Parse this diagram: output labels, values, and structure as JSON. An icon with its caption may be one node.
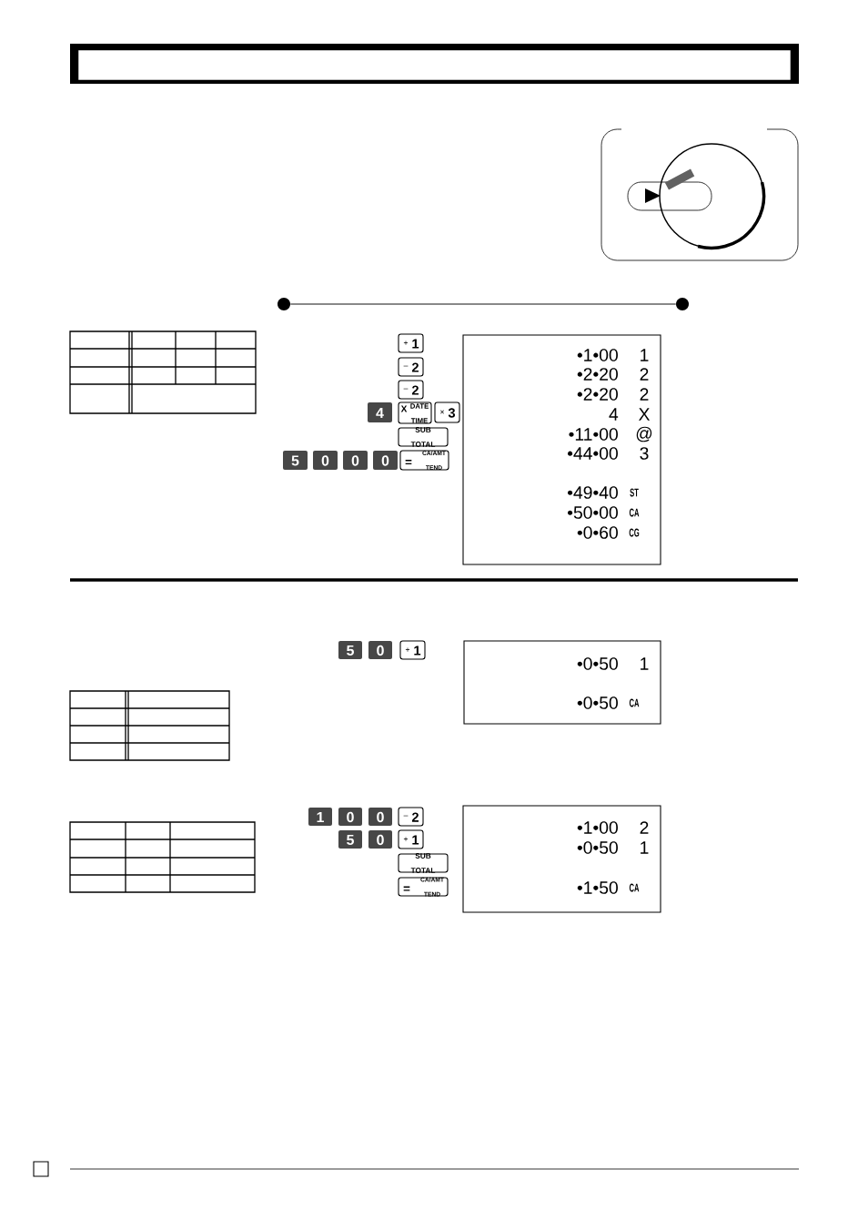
{
  "diagram": {
    "nodes": [
      {
        "text": [],
        "shape": "circle"
      },
      {
        "text": [],
        "shape": "circle"
      },
      {
        "text": [
          "+",
          "1"
        ]
      },
      {
        "text": [
          "–",
          "2"
        ]
      },
      {
        "text": [
          "–",
          "2"
        ]
      },
      {
        "text": [
          "4"
        ]
      },
      {
        "text": [
          "X",
          "DATE TIME"
        ]
      },
      {
        "text": [
          "×",
          "3"
        ]
      },
      {
        "text": [
          "SUB TOTAL"
        ]
      },
      {
        "text": [
          "5"
        ]
      },
      {
        "text": [
          "0"
        ]
      },
      {
        "text": [
          "0"
        ]
      },
      {
        "text": [
          "0"
        ]
      },
      {
        "text": [
          "=",
          "CA/AMT TEND"
        ]
      },
      {
        "text": [
          "•1•00",
          "1",
          "•2•20",
          "2",
          "•2•20",
          "2",
          "4",
          "X",
          "•11•00",
          "@",
          "•44•00",
          "3",
          "•49•40",
          "ST",
          "•50•00",
          "CA",
          "•0•60",
          "CG"
        ]
      },
      {
        "text": [
          "5"
        ]
      },
      {
        "text": [
          "0"
        ]
      },
      {
        "text": [
          "+",
          "1"
        ]
      },
      {
        "text": [
          "•0•50",
          "1",
          "•0•50",
          "CA"
        ]
      },
      {
        "text": [
          "1"
        ]
      },
      {
        "text": [
          "0"
        ]
      },
      {
        "text": [
          "0"
        ]
      },
      {
        "text": [
          "–",
          "2"
        ]
      },
      {
        "text": [
          "5"
        ]
      },
      {
        "text": [
          "0"
        ]
      },
      {
        "text": [
          "+",
          "1"
        ]
      },
      {
        "text": [
          "SUB TOTAL"
        ]
      },
      {
        "text": [
          "=",
          "CA/AMT TEND"
        ]
      },
      {
        "text": [
          "•1•00",
          "2",
          "•0•50",
          "1",
          "•1•50",
          "CA"
        ]
      },
      {
        "text": [],
        "shape": "table"
      },
      {
        "text": [],
        "shape": "table"
      },
      {
        "text": [],
        "shape": "table"
      }
    ],
    "edges": [
      {
        "from": 0,
        "to": 1,
        "arrow": "none"
      }
    ]
  }
}
